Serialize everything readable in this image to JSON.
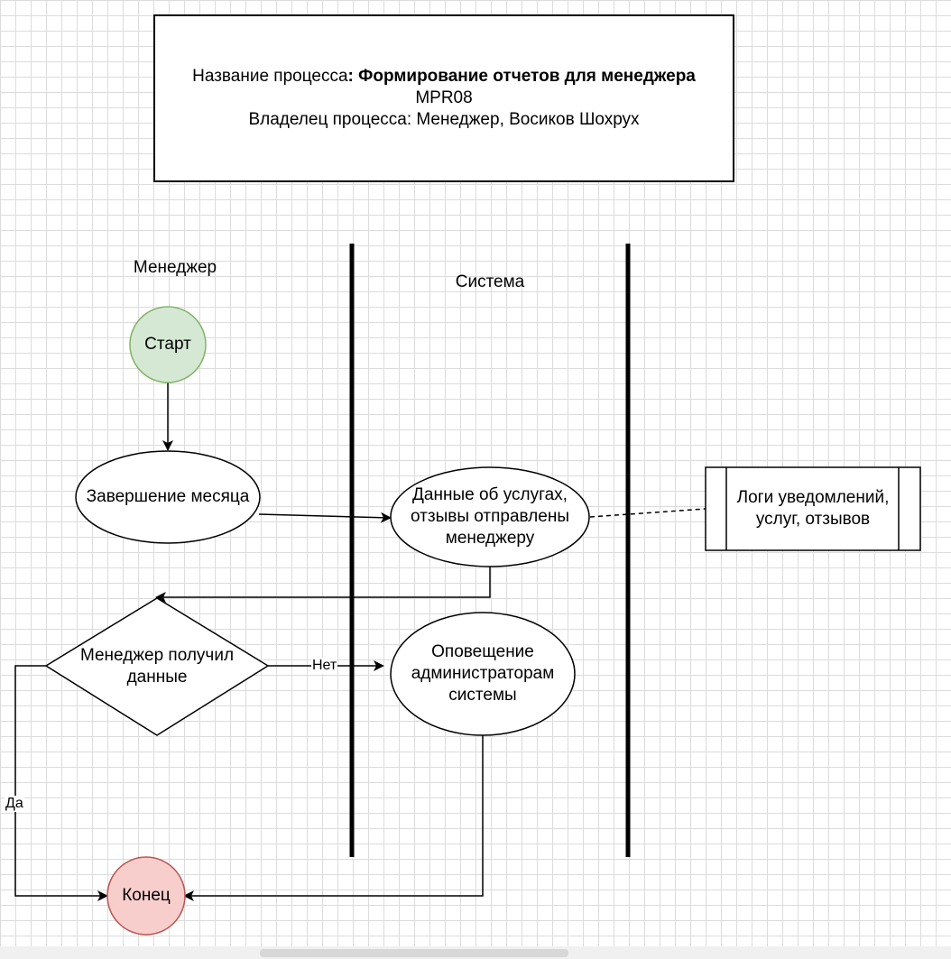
{
  "header": {
    "name_prefix": "Название процесса",
    "name_value": ": Формирование отчетов для менеджера",
    "code": "MPR08",
    "owner": "Владелец процесса: Менеджер, Восиков Шохрух"
  },
  "lanes": {
    "manager": "Менеджер",
    "system": "Система"
  },
  "nodes": {
    "start": "Старт",
    "month_end": "Завершение месяца",
    "data_sent": "Данные об услугах, отзывы отправлены менеджеру",
    "logs": "Логи уведомлений, услуг, отзывов",
    "decision": "Менеджер получил данные",
    "notify_admins": "Оповещение администраторам системы",
    "end": "Конец"
  },
  "edges": {
    "no_label": "Нет",
    "yes_label": "Да"
  },
  "colors": {
    "start_fill": "#d5e8d4",
    "start_stroke": "#82b366",
    "end_fill": "#f8cecc",
    "end_stroke": "#b85450"
  }
}
